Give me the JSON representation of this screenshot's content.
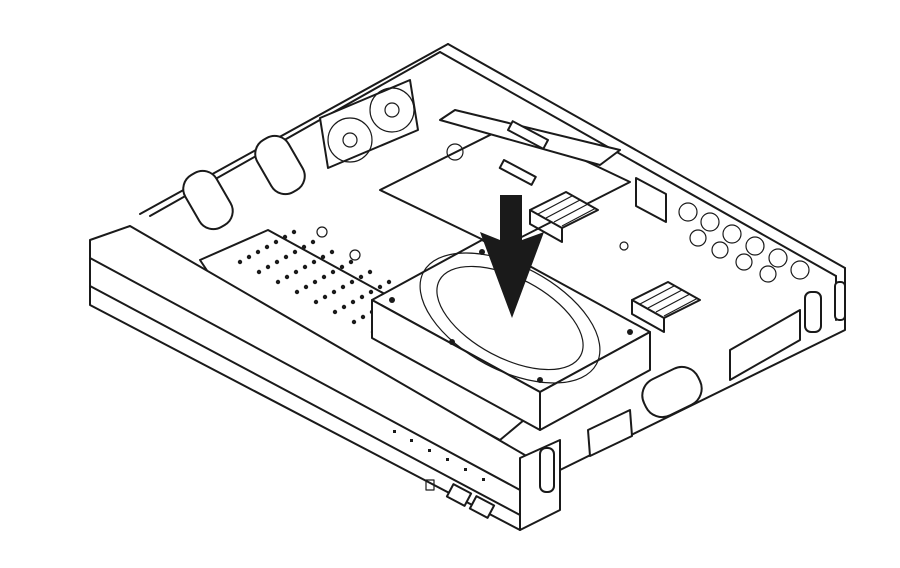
{
  "figure": {
    "subject": "hard-drive-installation",
    "icons": [
      "nvr-chassis",
      "hard-disk-drive",
      "insert-arrow",
      "mainboard",
      "cooling-fan",
      "heatsink",
      "front-panel"
    ],
    "colors": {
      "line": "#1a1a1a",
      "background": "#ffffff"
    }
  }
}
